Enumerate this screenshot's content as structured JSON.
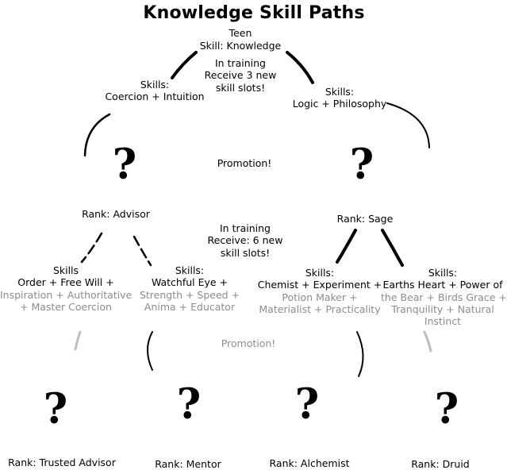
{
  "title": "Knowledge Skill Paths",
  "root": {
    "line1": "Teen",
    "line2": "Skill: Knowledge"
  },
  "training1": "In training\nReceive 3 new\nskill slots!",
  "branch_left": "Skills:\nCoercion + Intuition",
  "branch_right": "Skills:\nLogic + Philosophy",
  "promotion_label": "Promotion!",
  "unknown_mark": "?",
  "rank_advisor": "Rank: Advisor",
  "rank_sage": "Rank: Sage",
  "training2": "In training\nReceive: 6 new\nskill slots!",
  "leaf_skills": [
    {
      "heading": "Skills",
      "first": "Order + Free Will +",
      "rest": "Inspiration + Authoritative\n+ Master Coercion"
    },
    {
      "heading": "Skills:",
      "first": "Watchful Eye +",
      "rest": "Strength + Speed +\nAnima + Educator"
    },
    {
      "heading": "Skills:",
      "first": "Chemist + Experiment +",
      "rest": "Potion Maker +\nMaterialist + Practicality"
    },
    {
      "heading": "Skills:",
      "first": "Earths Heart + Power of",
      "rest": "the Bear + Birds Grace +\nTranquility + Natural\nInstinct"
    }
  ],
  "promotion_label_2": "Promotion!",
  "final_ranks": [
    "Rank: Trusted Advisor",
    "Rank: Mentor",
    "Rank: Alchemist",
    "Rank: Druid"
  ],
  "colors": {
    "text": "#000000",
    "faded_text": "#8c8c8c",
    "faded_line": "#bdbdbd"
  }
}
